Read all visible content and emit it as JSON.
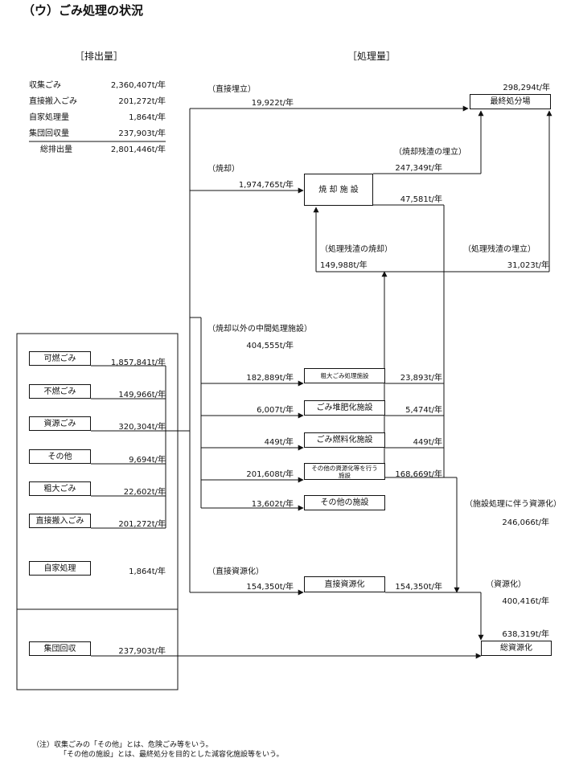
{
  "title": "（ウ）ごみ処理の状況",
  "headers": {
    "discharge": "［排出量］",
    "treatment": "［処理量］"
  },
  "summary": {
    "rows": [
      {
        "label": "収集ごみ",
        "value": "2,360,407t/年"
      },
      {
        "label": "直接搬入ごみ",
        "value": "201,272t/年"
      },
      {
        "label": "自家処理量",
        "value": "1,864t/年"
      },
      {
        "label": "集団回収量",
        "value": "237,903t/年"
      }
    ],
    "total": {
      "label": "総排出量",
      "value": "2,801,446t/年"
    }
  },
  "sources": [
    {
      "label": "可燃ごみ",
      "value": "1,857,841t/年"
    },
    {
      "label": "不燃ごみ",
      "value": "149,966t/年"
    },
    {
      "label": "資源ごみ",
      "value": "320,304t/年"
    },
    {
      "label": "その他",
      "value": "9,694t/年"
    },
    {
      "label": "粗大ごみ",
      "value": "22,602t/年"
    },
    {
      "label": "直接搬入ごみ",
      "value": "201,272t/年"
    },
    {
      "label": "自家処理",
      "value": "1,864t/年"
    },
    {
      "label": "集団回収",
      "value": "237,903t/年"
    }
  ],
  "flows": {
    "direct_landfill": {
      "label": "（直接埋立）",
      "value": "19,922t/年"
    },
    "incineration": {
      "label": "（焼却）",
      "value": "1,974,765t/年"
    },
    "incinerator_box": "焼 却 施 設",
    "residue_landfill": {
      "label": "（焼却残渣の埋立）",
      "value": "247,349t/年"
    },
    "incinerator_out": "47,581t/年",
    "final_disposal": {
      "label": "最終処分場",
      "value": "298,294t/年"
    },
    "residue_incineration": {
      "label": "（処理残渣の焼却）",
      "value": "149,988t/年"
    },
    "residue_landfill2": {
      "label": "（処理残渣の埋立）",
      "value": "31,023t/年"
    },
    "intermediate": {
      "label": "（焼却以外の中間処理施設）",
      "value": "404,555t/年"
    },
    "facilities": [
      {
        "label": "粗大ごみ処理施設",
        "in": "182,889t/年",
        "out": "23,893t/年",
        "small": true
      },
      {
        "label": "ごみ堆肥化施設",
        "in": "6,007t/年",
        "out": "5,474t/年",
        "small": false
      },
      {
        "label": "ごみ燃料化施設",
        "in": "449t/年",
        "out": "449t/年",
        "small": false
      },
      {
        "label": "その他の資源化等を行う施設",
        "in": "201,608t/年",
        "out": "168,669t/年",
        "small": true
      },
      {
        "label": "その他の施設",
        "in": "13,602t/年",
        "out": "",
        "small": false
      }
    ],
    "facility_recycling": {
      "label": "（施設処理に伴う資源化）",
      "value": "246,066t/年"
    },
    "direct_recycling": {
      "label": "（直接資源化）",
      "value": "154,350t/年",
      "box": "直接資源化",
      "out": "154,350t/年"
    },
    "recycling": {
      "label": "（資源化）",
      "value": "400,416t/年"
    },
    "total_recycling": {
      "label": "総資源化",
      "value": "638,319t/年"
    }
  },
  "notes": [
    "（注）収集ごみの「その他」とは、危険ごみ等をいう。",
    "「その他の施設」とは、最終処分を目的とした減容化施設等をいう。"
  ]
}
